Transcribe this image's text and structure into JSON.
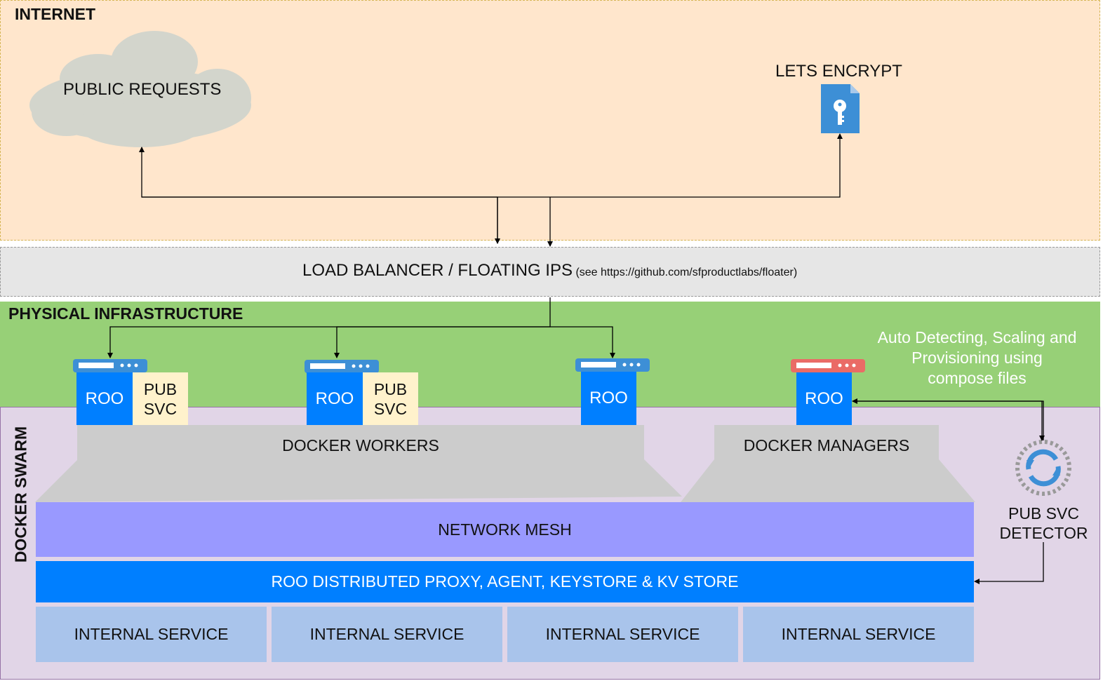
{
  "zones": {
    "internet": "INTERNET",
    "physical": "PHYSICAL INFRASTRUCTURE",
    "swarm": "DOCKER SWARM"
  },
  "nodes": {
    "public_requests": "PUBLIC REQUESTS",
    "lets_encrypt": "LETS ENCRYPT",
    "load_balancer": "LOAD BALANCER / FLOATING IPS",
    "load_balancer_note": "(see https://github.com/sfproductlabs/floater)",
    "auto_note": "Auto Detecting, Scaling and Provisioning using compose files",
    "roo": "ROO",
    "pub_svc_line1": "PUB",
    "pub_svc_line2": "SVC",
    "docker_workers": "DOCKER WORKERS",
    "docker_managers": "DOCKER MANAGERS",
    "network_mesh": "NETWORK MESH",
    "roo_proxy": "ROO DISTRIBUTED PROXY, AGENT, KEYSTORE & KV STORE",
    "pub_svc_detector_line1": "PUB SVC",
    "pub_svc_detector_line2": "DETECTOR",
    "internal_services": [
      "INTERNAL SERVICE",
      "INTERNAL SERVICE",
      "INTERNAL SERVICE",
      "INTERNAL SERVICE"
    ]
  },
  "colors": {
    "internet_bg": "#ffe6cc",
    "lb_bg": "#e6e6e6",
    "physical_bg": "#97d077",
    "swarm_bg": "#e1d5e7",
    "roo_blue": "#007fff",
    "pub_svc_bg": "#fff2cc",
    "mesh_purple": "#9999ff",
    "internal_bg": "#a9c4eb",
    "docker_gray": "#cccccc",
    "worker_server": "#3d8fd6",
    "manager_server": "#ea6b66",
    "cloud_gray": "#d3d5cc"
  },
  "icons": [
    "cloud-shape",
    "key-file-icon",
    "server-icon",
    "refresh-cycle-icon"
  ]
}
